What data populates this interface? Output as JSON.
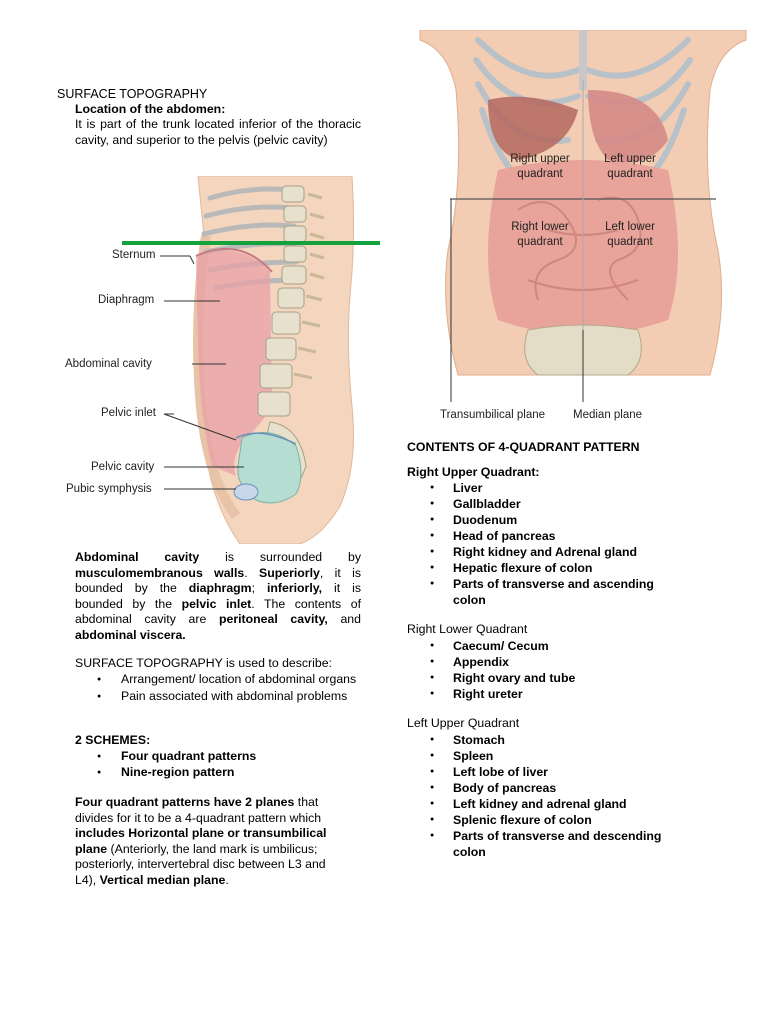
{
  "left": {
    "title": "SURFACE TOPOGRAPHY",
    "subtitle": "Location of the abdomen:",
    "intro": "It is part of the trunk located inferior of the thoracic cavity, and superior to the pelvis (pelvic cavity)",
    "figure_labels": [
      "Sternum",
      "Diaphragm",
      "Abdominal cavity",
      "Pelvic inlet",
      "Pelvic cavity",
      "Pubic symphysis"
    ],
    "para1": {
      "t1": "Abdominal cavity",
      "t2": " is surrounded by ",
      "t3": "musculomembranous walls",
      "t4": ". ",
      "t5": "Superiorly",
      "t6": ", it is bounded by the ",
      "t7": "diaphragm",
      "t8": "; ",
      "t9": "inferiorly,",
      "t10": " it is bounded by the ",
      "t11": "pelvic inlet",
      "t12": ". The contents of abdominal cavity are ",
      "t13": "peritoneal cavity,",
      "t14": " and ",
      "t15": "abdominal viscera."
    },
    "para2": {
      "t1": "SURFACE TOPOGRAPHY",
      "t2": " is used to describe:"
    },
    "describe_items": [
      "Arrangement/ location of abdominal organs",
      "Pain associated with abdominal problems"
    ],
    "schemes_title": "2 SCHEMES:",
    "schemes_items": [
      "Four quadrant patterns",
      "Nine-region pattern"
    ],
    "para3": {
      "t1": "Four quadrant patterns have 2 planes",
      "t2": " that divides for it to be a 4-quadrant pattern which ",
      "t3": "includes Horizontal plane or transumbilical plane",
      "t4": " (Anteriorly, the land mark is umbilicus; posteriorly, intervertebral disc between L3 and L4), ",
      "t5": "Vertical median plane",
      "t6": "."
    }
  },
  "right": {
    "figure_labels": {
      "ruq": [
        "Right upper",
        "quadrant"
      ],
      "luq": [
        "Left upper",
        "quadrant"
      ],
      "rlq": [
        "Right lower",
        "quadrant"
      ],
      "llq": [
        "Left lower",
        "quadrant"
      ],
      "transumbilical": "Transumbilical plane",
      "median": "Median plane"
    },
    "contents_title": "CONTENTS OF 4-QUADRANT PATTERN",
    "ruq_title": "Right Upper Quadrant:",
    "ruq_items": [
      "Liver",
      "Gallbladder",
      "Duodenum",
      "Head of pancreas",
      "Right kidney and Adrenal gland",
      "Hepatic flexure of colon",
      "Parts of transverse and ascending colon"
    ],
    "rlq_title": "Right Lower Quadrant",
    "rlq_items": [
      "Caecum/ Cecum",
      "Appendix",
      "Right ovary and tube",
      "Right ureter"
    ],
    "luq_title": "Left Upper Quadrant",
    "luq_items": [
      "Stomach",
      "Spleen",
      "Left lobe of liver",
      "Body of pancreas",
      "Left kidney and adrenal gland",
      "Splenic flexure of colon",
      "Parts of transverse and descending colon"
    ]
  }
}
